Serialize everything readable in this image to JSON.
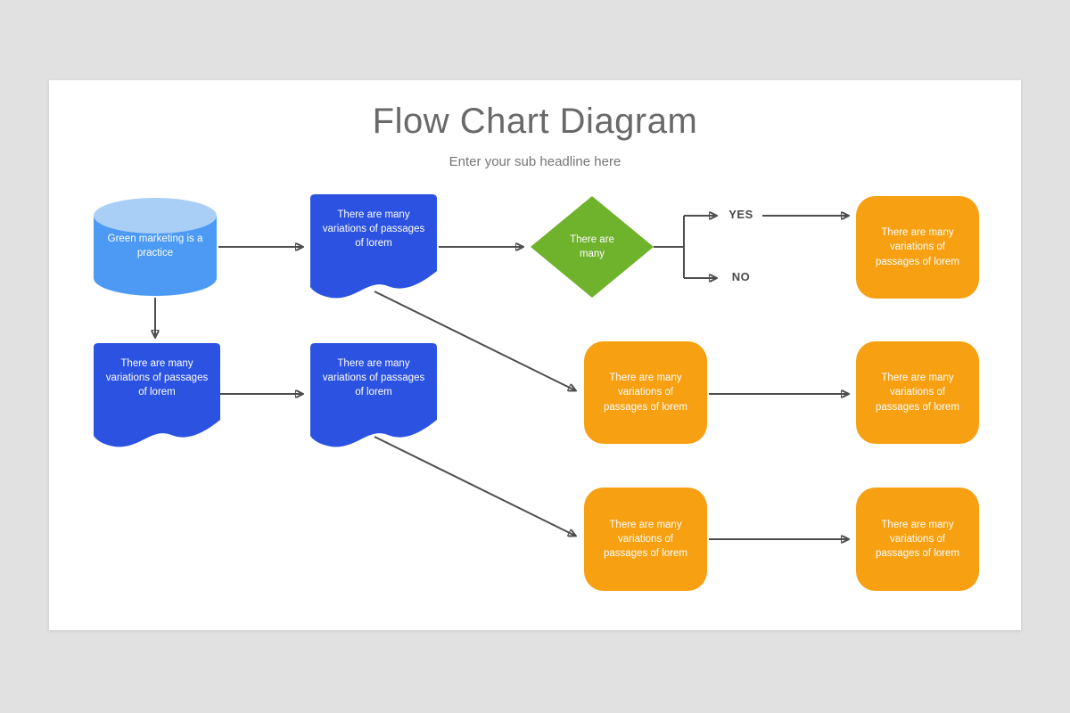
{
  "title": "Flow Chart Diagram",
  "subtitle": "Enter your sub headline here",
  "branch_labels": {
    "yes": "YES",
    "no": "NO"
  },
  "nodes": {
    "cylinder": {
      "shape": "cylinder",
      "label": "Green marketing is a practice"
    },
    "doc_top": {
      "shape": "document",
      "label": "There are many variations of passages of lorem"
    },
    "decision": {
      "shape": "diamond",
      "label": "There are many"
    },
    "result_top_right": {
      "shape": "rounded-rect",
      "label": "There are many variations of passages of lorem"
    },
    "doc_mid_left": {
      "shape": "document",
      "label": "There are many variations of passages of lorem"
    },
    "doc_mid_center": {
      "shape": "document",
      "label": "There are many variations of passages of lorem"
    },
    "result_mid_center": {
      "shape": "rounded-rect",
      "label": "There are many variations of passages of lorem"
    },
    "result_mid_right": {
      "shape": "rounded-rect",
      "label": "There are many variations of passages of lorem"
    },
    "result_bottom_center": {
      "shape": "rounded-rect",
      "label": "There are many variations of passages of lorem"
    },
    "result_bottom_right": {
      "shape": "rounded-rect",
      "label": "There are many variations of passages of lorem"
    }
  },
  "edges": [
    {
      "from": "cylinder",
      "to": "doc_top"
    },
    {
      "from": "cylinder",
      "to": "doc_mid_left"
    },
    {
      "from": "doc_top",
      "to": "decision"
    },
    {
      "from": "decision",
      "to": "result_top_right",
      "label": "YES"
    },
    {
      "from": "decision",
      "to": "",
      "label": "NO"
    },
    {
      "from": "doc_top",
      "to": "result_mid_center"
    },
    {
      "from": "doc_mid_left",
      "to": "doc_mid_center"
    },
    {
      "from": "doc_mid_center",
      "to": "result_bottom_center"
    },
    {
      "from": "result_mid_center",
      "to": "result_mid_right"
    },
    {
      "from": "result_bottom_center",
      "to": "result_bottom_right"
    }
  ],
  "colors": {
    "background": "#e1e1e1",
    "slide": "#ffffff",
    "title_text": "#696969",
    "subtitle_text": "#757575",
    "node_text": "#ffffff",
    "branch_text": "#4a4a4a",
    "arrow": "#4d4d4d",
    "cylinder_body": "#4c9af4",
    "cylinder_top": "#a9cff7",
    "document_blue": "#2b52e0",
    "diamond_green": "#6fb22c",
    "rounded_orange": "#f7a012"
  }
}
